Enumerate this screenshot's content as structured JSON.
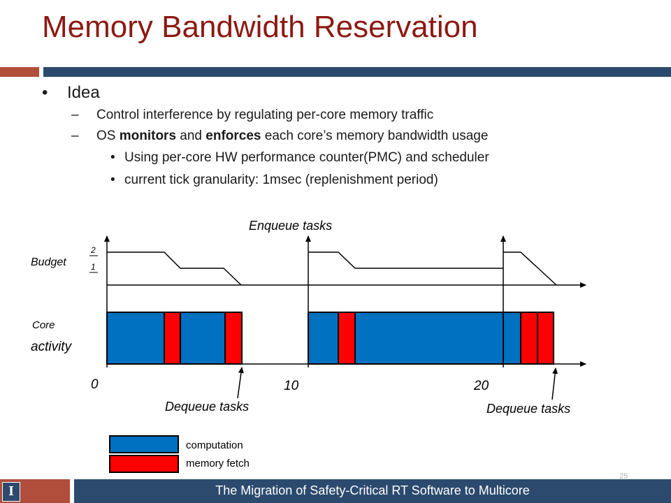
{
  "slide": {
    "title": "Memory Bandwidth Reservation",
    "bullets": {
      "b1": "Idea",
      "b2a": "Control interference by regulating per-core memory traffic",
      "b2b_pre": "OS ",
      "b2b_mon": "monitors",
      "b2b_mid": " and ",
      "b2b_enf": "enforces",
      "b2b_post": " each core’s memory bandwidth usage",
      "b3a": "Using per-core HW performance counter(PMC) and scheduler",
      "b3b": "current tick granularity: 1msec (replenishment period)"
    },
    "bullet_symbol": "•",
    "dash_symbol": "–",
    "footer": "The Migration of Safety-Critical RT Software to Multicore",
    "page_number": "25",
    "logo_letter": "I"
  },
  "diagram": {
    "labels": {
      "budget": "Budget",
      "core": "Core",
      "activity": "activity",
      "enqueue": "Enqueue tasks",
      "dequeue1": "Dequeue tasks",
      "dequeue2": "Dequeue tasks",
      "tick2": "2",
      "tick1": "1",
      "t0": "0",
      "t10": "10",
      "t20": "20"
    },
    "legend": {
      "computation": "computation",
      "memory_fetch": "memory fetch"
    },
    "colors": {
      "computation": "#0070c0",
      "memory_fetch": "#ff0000",
      "title": "#8b1a12",
      "band_blue": "#2b4a6e",
      "band_red": "#b14e3b"
    }
  }
}
